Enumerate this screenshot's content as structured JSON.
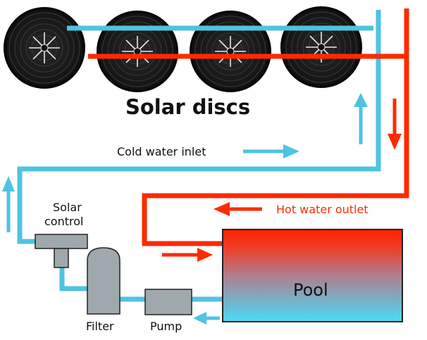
{
  "labels": {
    "solar_discs": "Solar discs",
    "cold_water_inlet": "Cold water inlet",
    "hot_water_outlet": "Hot water outlet",
    "solar_control_line1": "Solar",
    "solar_control_line2": "control",
    "pool": "Pool",
    "filter": "Filter",
    "pump": "Pump"
  },
  "colors": {
    "cold": "#4fc3e0",
    "hot": "#ff2a00",
    "equipment": "#9ea8ad",
    "disc": "#111111",
    "pool_top": "#ff2a00",
    "pool_bottom": "#4fd8f4"
  }
}
